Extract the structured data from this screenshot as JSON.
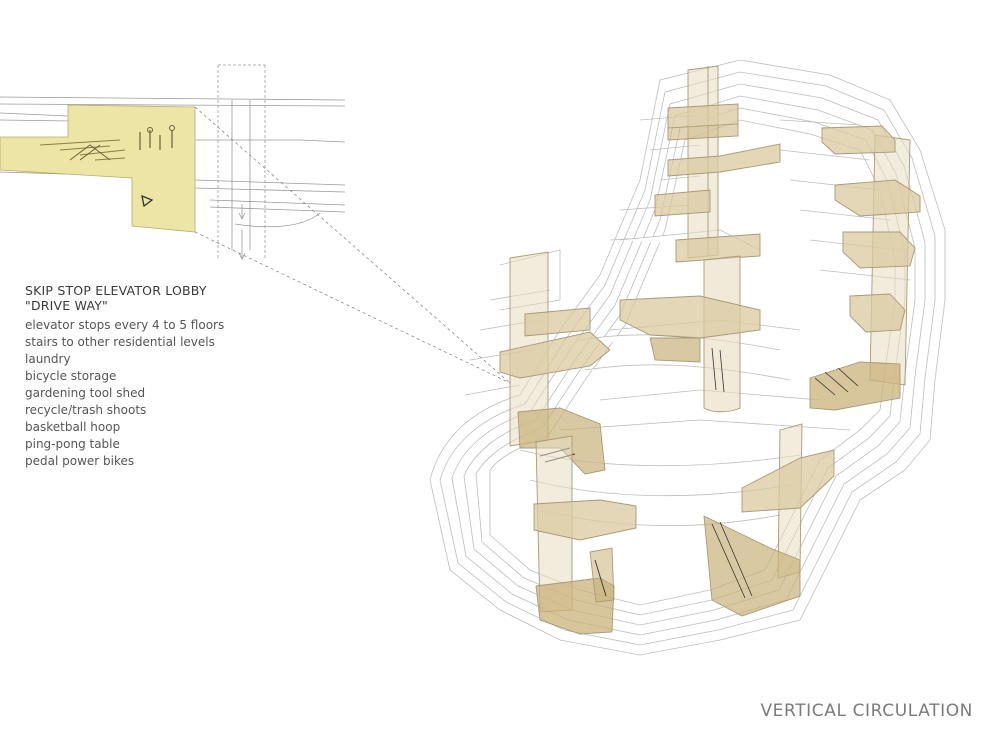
{
  "annotation": {
    "title": "SKIP STOP ELEVATOR LOBBY",
    "subtitle": "\"DRIVE WAY\"",
    "items": [
      "elevator stops every 4 to 5 floors",
      "stairs to other residential levels",
      "laundry",
      "bicycle storage",
      "gardening tool shed",
      "recycle/trash shoots",
      "basketball hoop",
      "ping-pong table",
      "pedal power bikes"
    ]
  },
  "footer": {
    "title": "VERTICAL CIRCULATION"
  },
  "colors": {
    "lobby_fill": "#ece5a6",
    "core_fill": "#e8dcc0",
    "slab_fill": "#d9c9a0",
    "stair_fill": "#c9b27a",
    "line": "#bfbfbf",
    "text": "#4a4a4a"
  }
}
